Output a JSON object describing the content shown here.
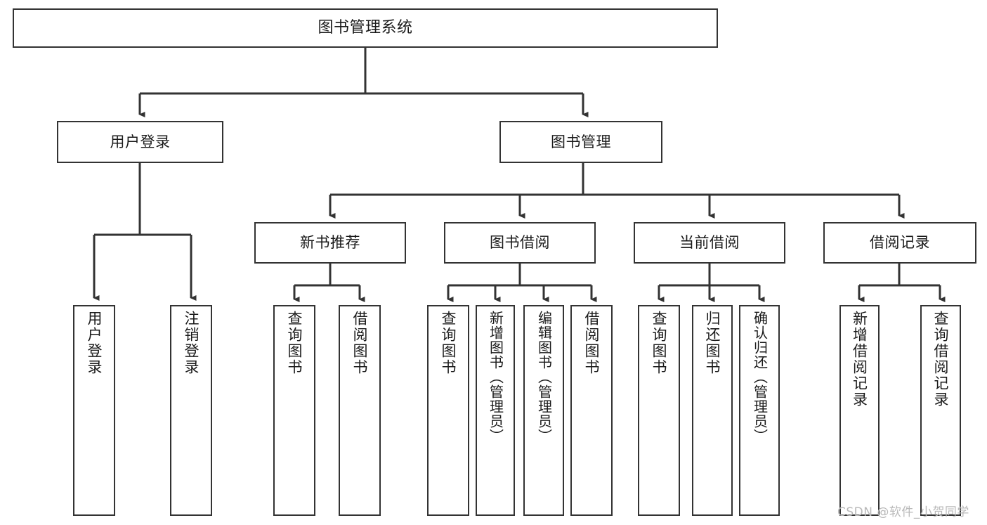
{
  "diagram": {
    "title": "图书管理系统",
    "type": "tree-hierarchy",
    "edge_color": "#333333",
    "node_border_color": "#333333",
    "node_fill_color": "#ffffff",
    "background_color": "#ffffff",
    "text_color": "#1a1a1a"
  },
  "nodes": {
    "root": {
      "label": "图书管理系统"
    },
    "level1": [
      {
        "label": "用户登录"
      },
      {
        "label": "图书管理"
      }
    ],
    "level2": [
      {
        "label": "新书推荐"
      },
      {
        "label": "图书借阅"
      },
      {
        "label": "当前借阅"
      },
      {
        "label": "借阅记录"
      }
    ],
    "leaves_user_login": [
      {
        "label": "用户登录"
      },
      {
        "label": "注销登录"
      }
    ],
    "leaves_new_book": [
      {
        "label": "查询图书"
      },
      {
        "label": "借阅图书"
      }
    ],
    "leaves_borrow": [
      {
        "label": "查询图书"
      },
      {
        "label": "新增图书（管理员）"
      },
      {
        "label": "编辑图书（管理员）"
      },
      {
        "label": "借阅图书"
      }
    ],
    "leaves_current": [
      {
        "label": "查询图书"
      },
      {
        "label": "归还图书"
      },
      {
        "label": "确认归还（管理员）"
      }
    ],
    "leaves_records": [
      {
        "label": "新增借阅记录"
      },
      {
        "label": "查询借阅记录"
      }
    ]
  },
  "watermark": {
    "text": "CSDN @软件_小贺同学"
  }
}
